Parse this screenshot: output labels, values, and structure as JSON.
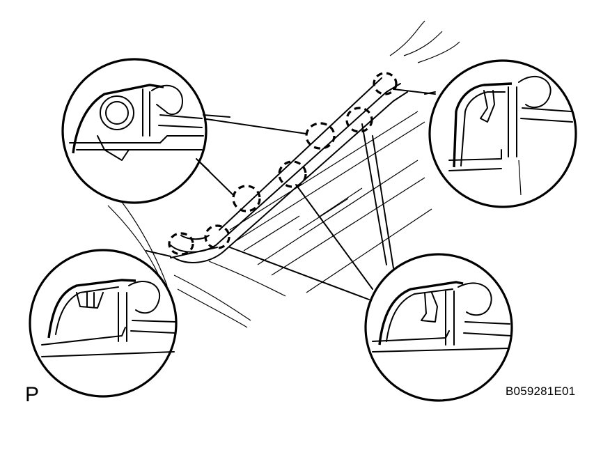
{
  "diagram": {
    "view_label": "P",
    "figure_code": "B059281E01",
    "callout_count": 4,
    "clip_location_count": 7
  }
}
